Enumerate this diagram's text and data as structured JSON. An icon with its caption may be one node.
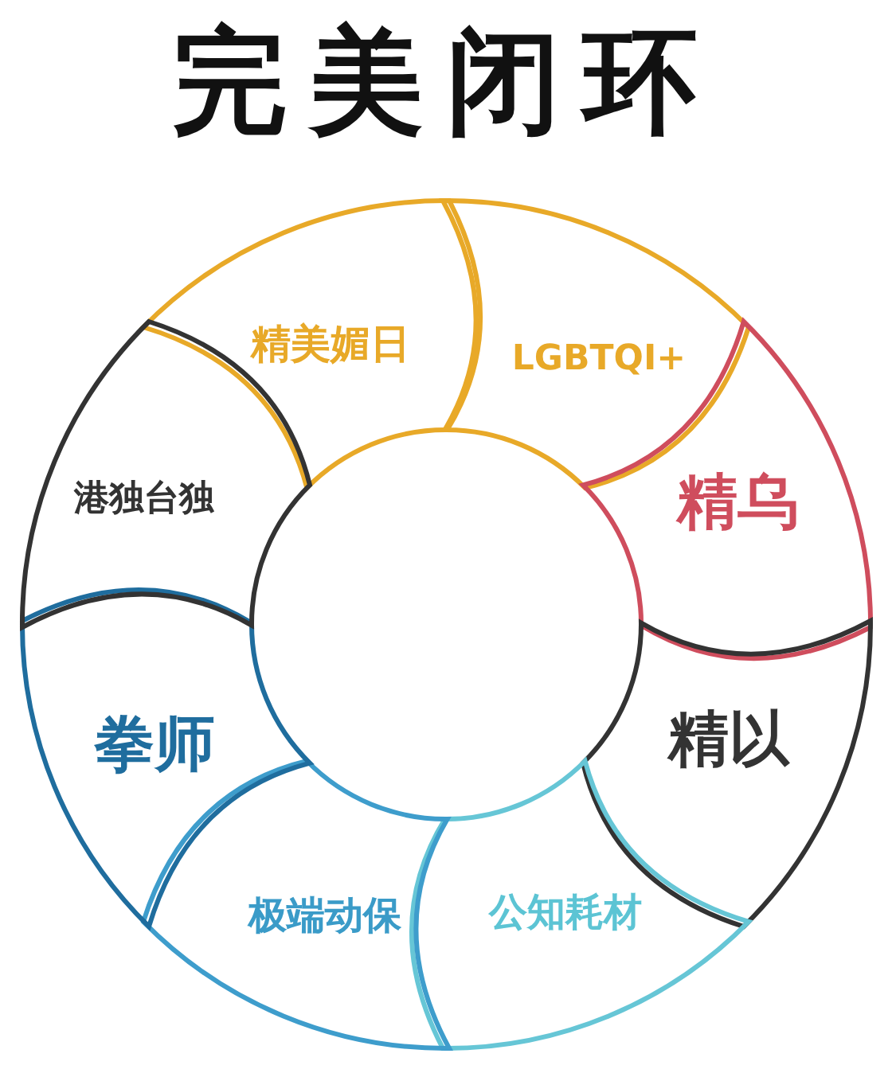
{
  "diagram": {
    "title": "完美闭环",
    "nodes": [
      {
        "text": [
          "精美媚日"
        ]
      },
      {
        "text": [
          "LGBTQI+"
        ]
      },
      {
        "text": [
          "精乌"
        ]
      },
      {
        "text": [
          "精以"
        ]
      },
      {
        "text": [
          "公知耗材"
        ]
      },
      {
        "text": [
          "极端动保"
        ]
      },
      {
        "text": [
          "拳师"
        ]
      },
      {
        "text": [
          "港独台独"
        ]
      }
    ]
  }
}
